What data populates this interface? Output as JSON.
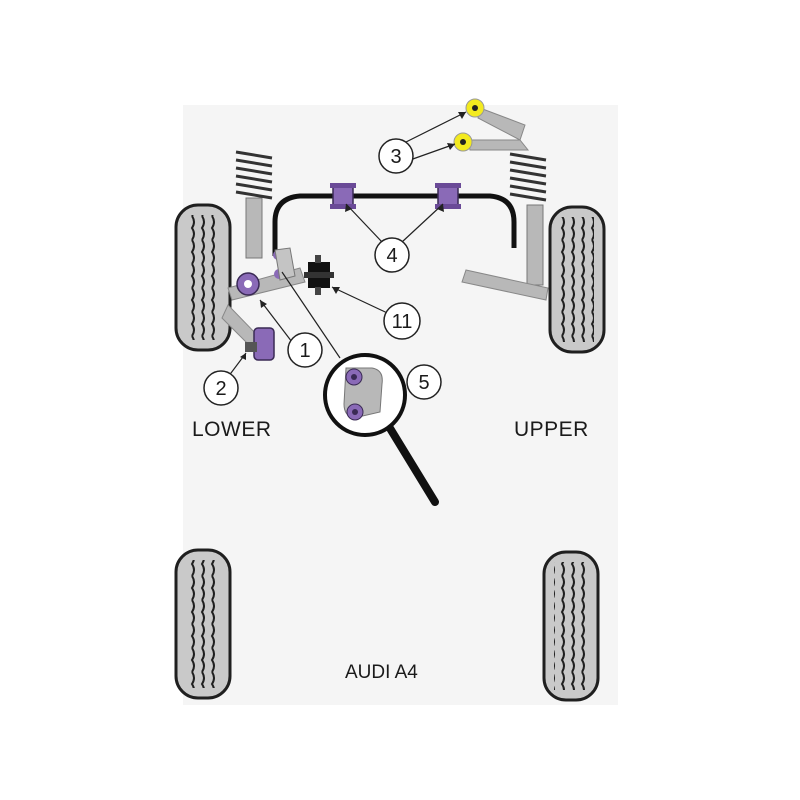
{
  "labels": {
    "lower": "LOWER",
    "upper": "UPPER",
    "model": "AUDI A4"
  },
  "callouts": [
    {
      "id": "c1",
      "text": "1"
    },
    {
      "id": "c2",
      "text": "2"
    },
    {
      "id": "c3",
      "text": "3"
    },
    {
      "id": "c4",
      "text": "4"
    },
    {
      "id": "c5",
      "text": "5"
    },
    {
      "id": "c11",
      "text": "11"
    }
  ],
  "colors": {
    "background": "#ffffff",
    "panel": "#f4f4f4",
    "tyre": "#c9c9c9",
    "tyre_dark": "#1f1f1f",
    "metal": "#b8b8b8",
    "bushing_purple": "#8a6ab7",
    "bushing_dark": "#3a2a55",
    "bushing_yellow": "#f3ea1f",
    "black_part": "#111111"
  }
}
